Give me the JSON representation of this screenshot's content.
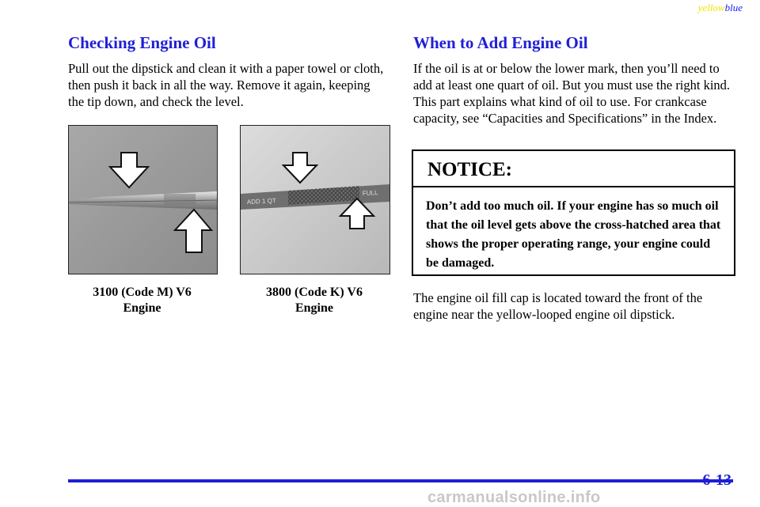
{
  "header": {
    "yellow_label": "yellow",
    "blue_label": "blue"
  },
  "left": {
    "title": "Checking Engine Oil",
    "paragraph": "Pull out the dipstick and clean it with a paper towel or cloth, then push it back in all the way. Remove it again, keeping the tip down, and check the level.",
    "figures": [
      {
        "caption_line1": "3100 (Code M) V6",
        "caption_line2": "Engine"
      },
      {
        "caption_line1": "3800 (Code K) V6",
        "caption_line2": "Engine",
        "dipstick_text": "ADD 1 QT",
        "dipstick_text2": "FULL"
      }
    ]
  },
  "right": {
    "title": "When to Add Engine Oil",
    "paragraph": "If the oil is at or below the lower mark, then you’ll need to add at least one quart of oil. But you must use the right kind. This part explains what kind of oil to use. For crankcase capacity, see “Capacities and Specifications” in the Index.",
    "notice": {
      "heading": "NOTICE:",
      "body": "Don’t add too much oil. If your engine has so much oil that the oil level gets above the cross-hatched area that shows the proper operating range, your engine could be damaged."
    },
    "paragraph2": "The engine oil fill cap is located toward the front of the engine near the yellow-looped engine oil dipstick."
  },
  "footer": {
    "page_number": "6-13",
    "watermark": "carmanualsonline.info"
  },
  "colors": {
    "heading_blue": "#1f1fd6",
    "header_yellow": "#f2e500",
    "header_blue": "#1a1aff"
  }
}
